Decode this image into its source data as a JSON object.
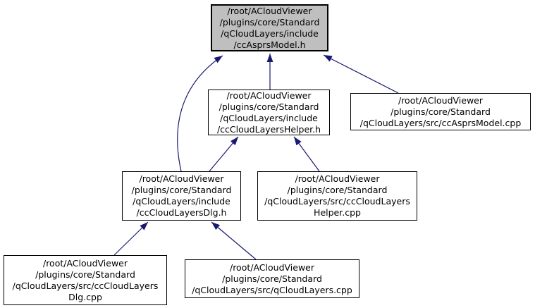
{
  "diagram": {
    "kind": "doxygen-include-dependency-graph",
    "background_color": "#ffffff",
    "edge_color": "#191970",
    "node_fill": "#ffffff",
    "selected_node_fill": "#bfbfbf",
    "border_color": "#000000",
    "nodes": [
      {
        "id": "ccAsprsModel_h",
        "selected": true,
        "lines": [
          "/root/ACloudViewer",
          "/plugins/core/Standard",
          "/qCloudLayers/include",
          "/ccAsprsModel.h"
        ]
      },
      {
        "id": "ccCloudLayersHelper_h",
        "selected": false,
        "lines": [
          "/root/ACloudViewer",
          "/plugins/core/Standard",
          "/qCloudLayers/include",
          "/ccCloudLayersHelper.h"
        ]
      },
      {
        "id": "ccAsprsModel_cpp",
        "selected": false,
        "lines": [
          "/root/ACloudViewer",
          "/plugins/core/Standard",
          "/qCloudLayers/src/ccAsprsModel.cpp"
        ]
      },
      {
        "id": "ccCloudLayersDlg_h",
        "selected": false,
        "lines": [
          "/root/ACloudViewer",
          "/plugins/core/Standard",
          "/qCloudLayers/include",
          "/ccCloudLayersDlg.h"
        ]
      },
      {
        "id": "ccCloudLayersHelper_cpp",
        "selected": false,
        "lines": [
          "/root/ACloudViewer",
          "/plugins/core/Standard",
          "/qCloudLayers/src/ccCloudLayers",
          "Helper.cpp"
        ]
      },
      {
        "id": "ccCloudLayersDlg_cpp",
        "selected": false,
        "lines": [
          "/root/ACloudViewer",
          "/plugins/core/Standard",
          "/qCloudLayers/src/ccCloudLayers",
          "Dlg.cpp"
        ]
      },
      {
        "id": "qCloudLayers_cpp",
        "selected": false,
        "lines": [
          "/root/ACloudViewer",
          "/plugins/core/Standard",
          "/qCloudLayers/src/qCloudLayers.cpp"
        ]
      }
    ],
    "edges": [
      {
        "from": "ccCloudLayersHelper_h",
        "to": "ccAsprsModel_h"
      },
      {
        "from": "ccAsprsModel_cpp",
        "to": "ccAsprsModel_h"
      },
      {
        "from": "ccCloudLayersDlg_h",
        "to": "ccAsprsModel_h"
      },
      {
        "from": "ccCloudLayersDlg_h",
        "to": "ccCloudLayersHelper_h"
      },
      {
        "from": "ccCloudLayersHelper_cpp",
        "to": "ccCloudLayersHelper_h"
      },
      {
        "from": "ccCloudLayersDlg_cpp",
        "to": "ccCloudLayersDlg_h"
      },
      {
        "from": "qCloudLayers_cpp",
        "to": "ccCloudLayersDlg_h"
      }
    ]
  }
}
